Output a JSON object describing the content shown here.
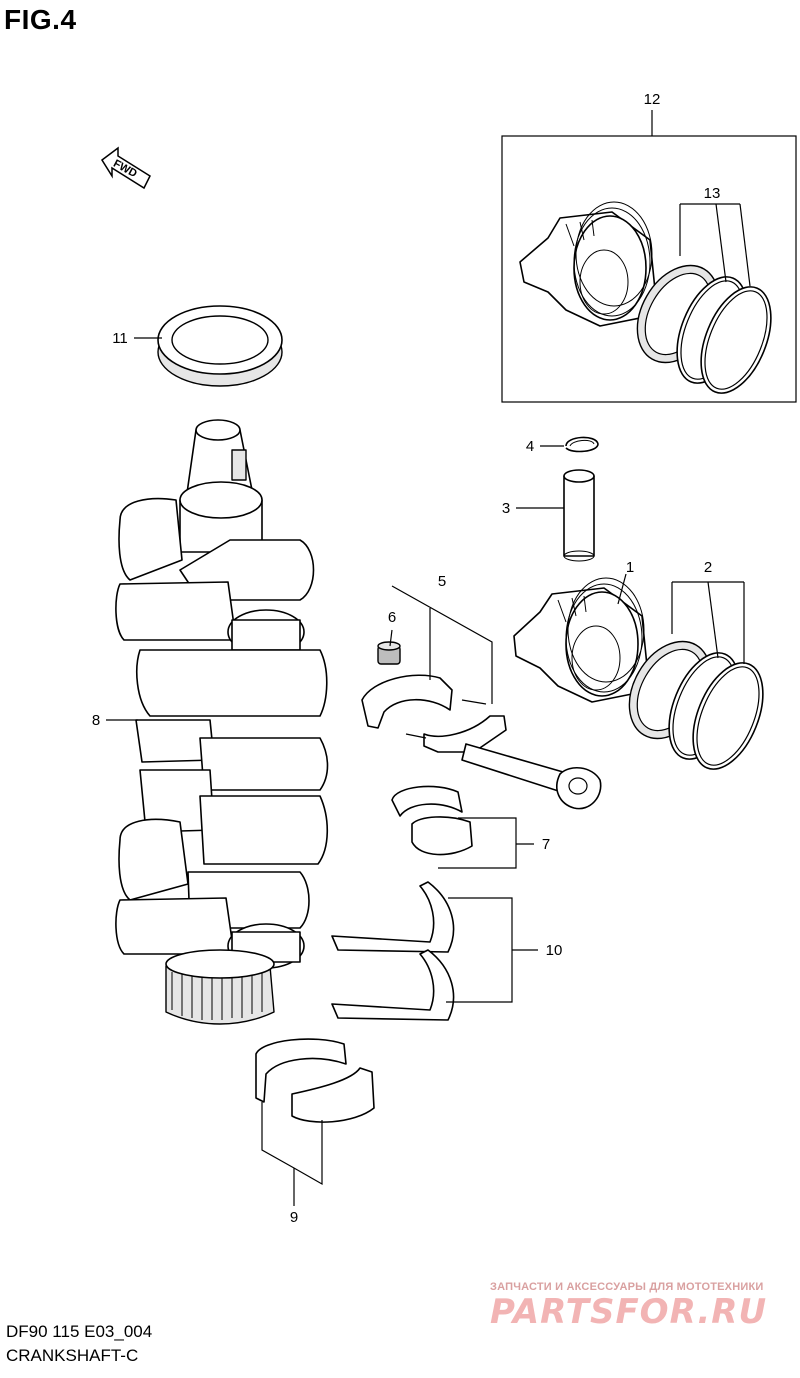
{
  "figure": {
    "title": "FIG.4"
  },
  "footer": {
    "code": "DF90 115 E03_004",
    "name": "CRANKSHAFT-C"
  },
  "watermark": {
    "tagline": "ЗАПЧАСТИ И АКСЕССУАРЫ ДЛЯ МОТОТЕХНИКИ",
    "brand": "PARTSFOR.RU"
  },
  "fwd_label": "FWD",
  "callouts": [
    {
      "num": "1",
      "part": "piston"
    },
    {
      "num": "2",
      "part": "piston-ring-set"
    },
    {
      "num": "3",
      "part": "piston-pin"
    },
    {
      "num": "4",
      "part": "piston-pin-circlip"
    },
    {
      "num": "5",
      "part": "connecting-rod"
    },
    {
      "num": "6",
      "part": "conrod-nut"
    },
    {
      "num": "7",
      "part": "conrod-bearing"
    },
    {
      "num": "8",
      "part": "crankshaft"
    },
    {
      "num": "9",
      "part": "crankshaft-main-bearing"
    },
    {
      "num": "10",
      "part": "thrust-washer"
    },
    {
      "num": "11",
      "part": "oil-seal"
    },
    {
      "num": "12",
      "part": "piston-kit"
    },
    {
      "num": "13",
      "part": "piston-ring-set-kit"
    }
  ]
}
